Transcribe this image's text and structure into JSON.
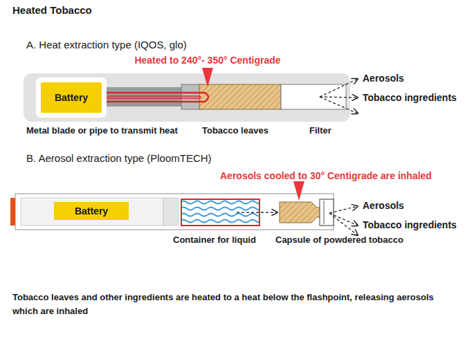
{
  "diagram": {
    "title": "Heated Tobacco",
    "caption": "Tobacco leaves and other ingredients are heated to a heat below the flashpoint, releasing aerosols which are inhaled",
    "nodes": [
      {
        "text": [
          "Battery"
        ]
      },
      {
        "text": [
          "Battery"
        ]
      }
    ],
    "labels": [
      "A. Heat extraction type (IQOS, glo)",
      "Heated to 240°- 350° Centigrade",
      "Aerosols",
      "Tobacco ingredients",
      "Metal blade or pipe to transmit heat",
      "Tobacco leaves",
      "Filter",
      "B. Aerosol extraction type (PloomTECH)",
      "Aerosols cooled to 30° Centigrade are inhaled",
      "Aerosols",
      "Tobacco ingredients",
      "Container for liquid",
      "Capsule of powdered tobacco"
    ]
  }
}
